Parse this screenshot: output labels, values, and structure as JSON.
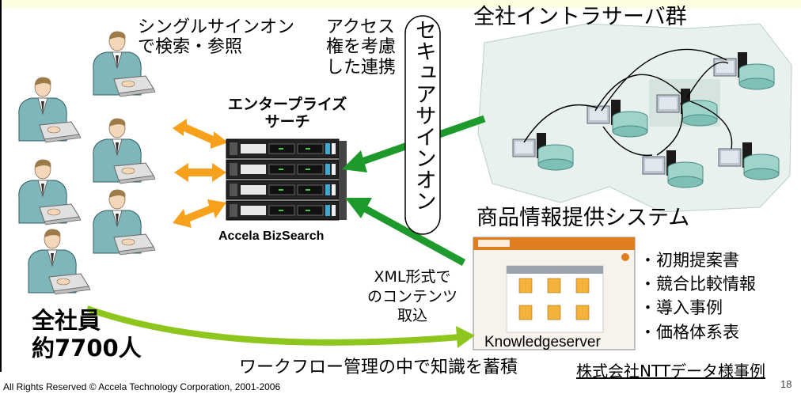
{
  "labels": {
    "sso_search": "シングルサインオン\nで検索・参照",
    "access_linkage": "アクセス\n権を考慮\nした連携",
    "secure_signon": "セキュアサインオン",
    "intranet_servers": "全社イントラサーバ群",
    "enterprise_search": "エンタープライズ\nサーチ",
    "product_name": "Accela BizSearch",
    "product_info_system": "商品情報提供システム",
    "xml_import": "XML形式で\nのコンテンツ\n取込",
    "all_employees": "全社員\n約7700人",
    "knowledgeserver": "Knowledgeserver",
    "workflow_note": "ワークフロー管理の中で知識を蓄積",
    "customer_case": "株式会社NTTデータ様事例"
  },
  "features": [
    "・初期提案書",
    "・競合比較情報",
    "・導入事例",
    "・価格体系表"
  ],
  "footer": {
    "copyright": "All Rights Reserved © Accela Technology Corporation, 2001-2006",
    "page_number": "18"
  },
  "icons": {
    "users": "businessman-laptop-icon",
    "server": "server-rack-icon",
    "intranet": "database-server-icon",
    "screenshot": "knowledgeserver-screenshot"
  },
  "colors": {
    "search_arrow": "#f7a11c",
    "signon_arrow": "#1e9a2c",
    "workflow_arrow": "#8ec61e"
  }
}
